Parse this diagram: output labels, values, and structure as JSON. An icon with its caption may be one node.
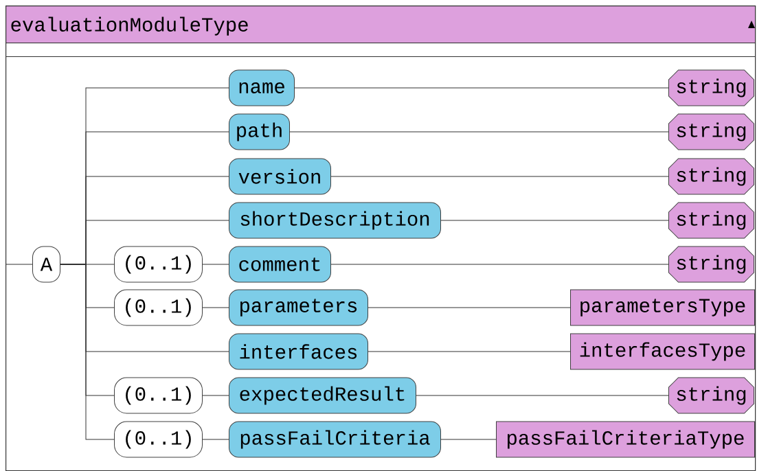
{
  "diagram": {
    "nodes": [
      {
        "text": [
          "evaluationModuleType"
        ]
      },
      {
        "text": [
          "A"
        ],
        "in": 0
      },
      {
        "text": [
          "name"
        ],
        "in": 0
      },
      {
        "text": [
          "string"
        ],
        "in": 0
      },
      {
        "text": [
          "path"
        ],
        "in": 0
      },
      {
        "text": [
          "string"
        ],
        "in": 0
      },
      {
        "text": [
          "version"
        ],
        "in": 0
      },
      {
        "text": [
          "string"
        ],
        "in": 0
      },
      {
        "text": [
          "shortDescription"
        ],
        "in": 0
      },
      {
        "text": [
          "string"
        ],
        "in": 0
      },
      {
        "text": [
          "(0..1)"
        ],
        "in": 0
      },
      {
        "text": [
          "comment"
        ],
        "in": 0
      },
      {
        "text": [
          "string"
        ],
        "in": 0
      },
      {
        "text": [
          "(0..1)"
        ],
        "in": 0
      },
      {
        "text": [
          "parameters"
        ],
        "in": 0
      },
      {
        "text": [
          "parametersType"
        ],
        "in": 0
      },
      {
        "text": [
          "interfaces"
        ],
        "in": 0
      },
      {
        "text": [
          "interfacesType"
        ],
        "in": 0
      },
      {
        "text": [
          "(0..1)"
        ],
        "in": 0
      },
      {
        "text": [
          "expectedResult"
        ],
        "in": 0
      },
      {
        "text": [
          "string"
        ],
        "in": 0
      },
      {
        "text": [
          "(0..1)"
        ],
        "in": 0
      },
      {
        "text": [
          "passFailCriteria"
        ],
        "in": 0
      },
      {
        "text": [
          "passFailCriteriaType"
        ],
        "in": 0
      }
    ],
    "edges": [
      {
        "from": null,
        "to": 1,
        "arrow": "none"
      },
      {
        "from": 1,
        "to": 2,
        "arrow": "none"
      },
      {
        "from": 1,
        "to": 4,
        "arrow": "none"
      },
      {
        "from": 1,
        "to": 6,
        "arrow": "none"
      },
      {
        "from": 1,
        "to": 8,
        "arrow": "none"
      },
      {
        "from": 1,
        "to": 10,
        "arrow": "none"
      },
      {
        "from": 1,
        "to": 13,
        "arrow": "none"
      },
      {
        "from": 1,
        "to": 16,
        "arrow": "none"
      },
      {
        "from": 1,
        "to": 18,
        "arrow": "none"
      },
      {
        "from": 1,
        "to": 21,
        "arrow": "none"
      },
      {
        "from": 2,
        "to": 3,
        "arrow": "none"
      },
      {
        "from": 4,
        "to": 5,
        "arrow": "none"
      },
      {
        "from": 6,
        "to": 7,
        "arrow": "none"
      },
      {
        "from": 8,
        "to": 9,
        "arrow": "none"
      },
      {
        "from": 10,
        "to": 11,
        "arrow": "none"
      },
      {
        "from": 11,
        "to": 12,
        "arrow": "none"
      },
      {
        "from": 13,
        "to": 14,
        "arrow": "none"
      },
      {
        "from": 14,
        "to": 15,
        "arrow": "none"
      },
      {
        "from": 16,
        "to": 17,
        "arrow": "none"
      },
      {
        "from": 18,
        "to": 19,
        "arrow": "none"
      },
      {
        "from": 19,
        "to": 20,
        "arrow": "none"
      },
      {
        "from": 21,
        "to": 22,
        "arrow": "none"
      },
      {
        "from": 22,
        "to": 23,
        "arrow": "none"
      }
    ]
  }
}
